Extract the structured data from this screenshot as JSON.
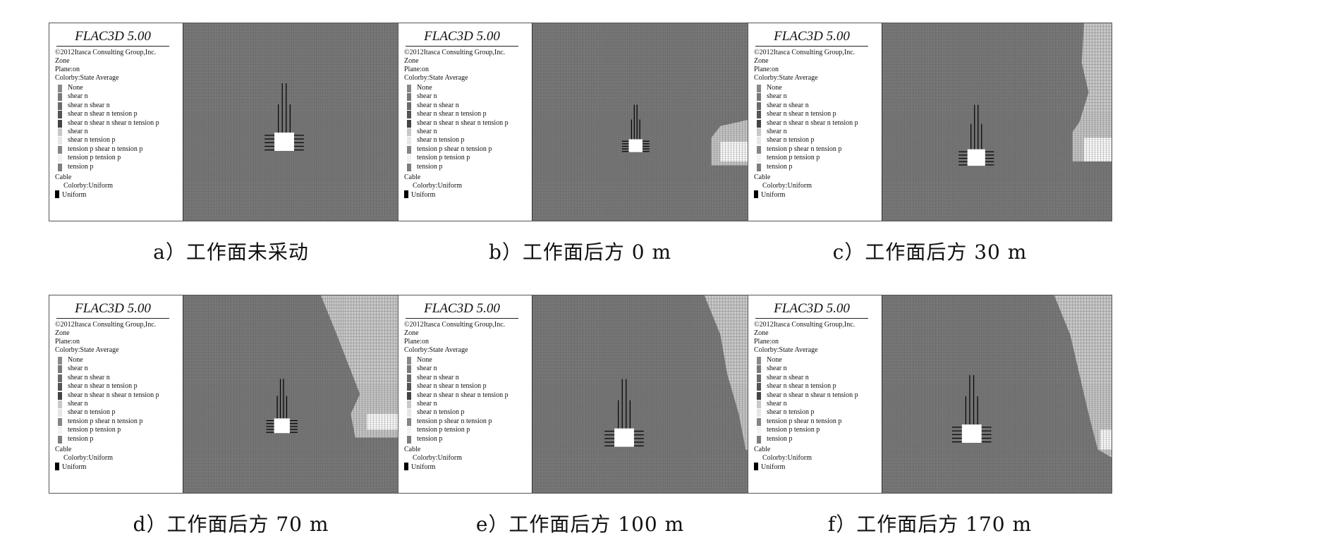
{
  "software": {
    "title": "FLAC3D 5.00",
    "copyright": "©2012Itasca Consulting Group,Inc."
  },
  "legend": {
    "zone_label": "Zone",
    "plane_label": "Plane:on",
    "colorby_label": "Colorby:State  Average",
    "states": [
      {
        "label": "None",
        "color": "#8a8a8a"
      },
      {
        "label": "shear  n",
        "color": "#7a7a7a"
      },
      {
        "label": "shear  n shear  n",
        "color": "#6b6b6b"
      },
      {
        "label": "shear  n shear  n tension  p",
        "color": "#555555"
      },
      {
        "label": "shear  n shear  n shear  n tension  p",
        "color": "#444444"
      },
      {
        "label": "shear  n",
        "color": "#c8c8c8"
      },
      {
        "label": "shear  n tension  p",
        "color": "#e6e6e6"
      },
      {
        "label": "tension  p shear  n tension  p",
        "color": "#858585"
      },
      {
        "label": "tension  p tension  p",
        "color": "#f2f2f2"
      },
      {
        "label": "tension  p",
        "color": "#7e7e7e"
      }
    ],
    "cable_label": "Cable",
    "cable_colorby": "Colorby:Uniform",
    "cable_uniform": "Uniform"
  },
  "colors": {
    "zone_default": "#777777",
    "grid_line": "#5c5c5c",
    "yielded_zone": "#c8c8c8",
    "goaf": "#ffffff",
    "cable": "#000000"
  },
  "panels": [
    {
      "caption": "a）工作面未采动",
      "face_distance_m": null
    },
    {
      "caption": "b）工作面后方 0 m",
      "face_distance_m": 0
    },
    {
      "caption": "c）工作面后方 30 m",
      "face_distance_m": 30
    },
    {
      "caption": "d）工作面后方 70 m",
      "face_distance_m": 70
    },
    {
      "caption": "e）工作面后方 100 m",
      "face_distance_m": 100
    },
    {
      "caption": "f）工作面后方 170 m",
      "face_distance_m": 170
    }
  ]
}
